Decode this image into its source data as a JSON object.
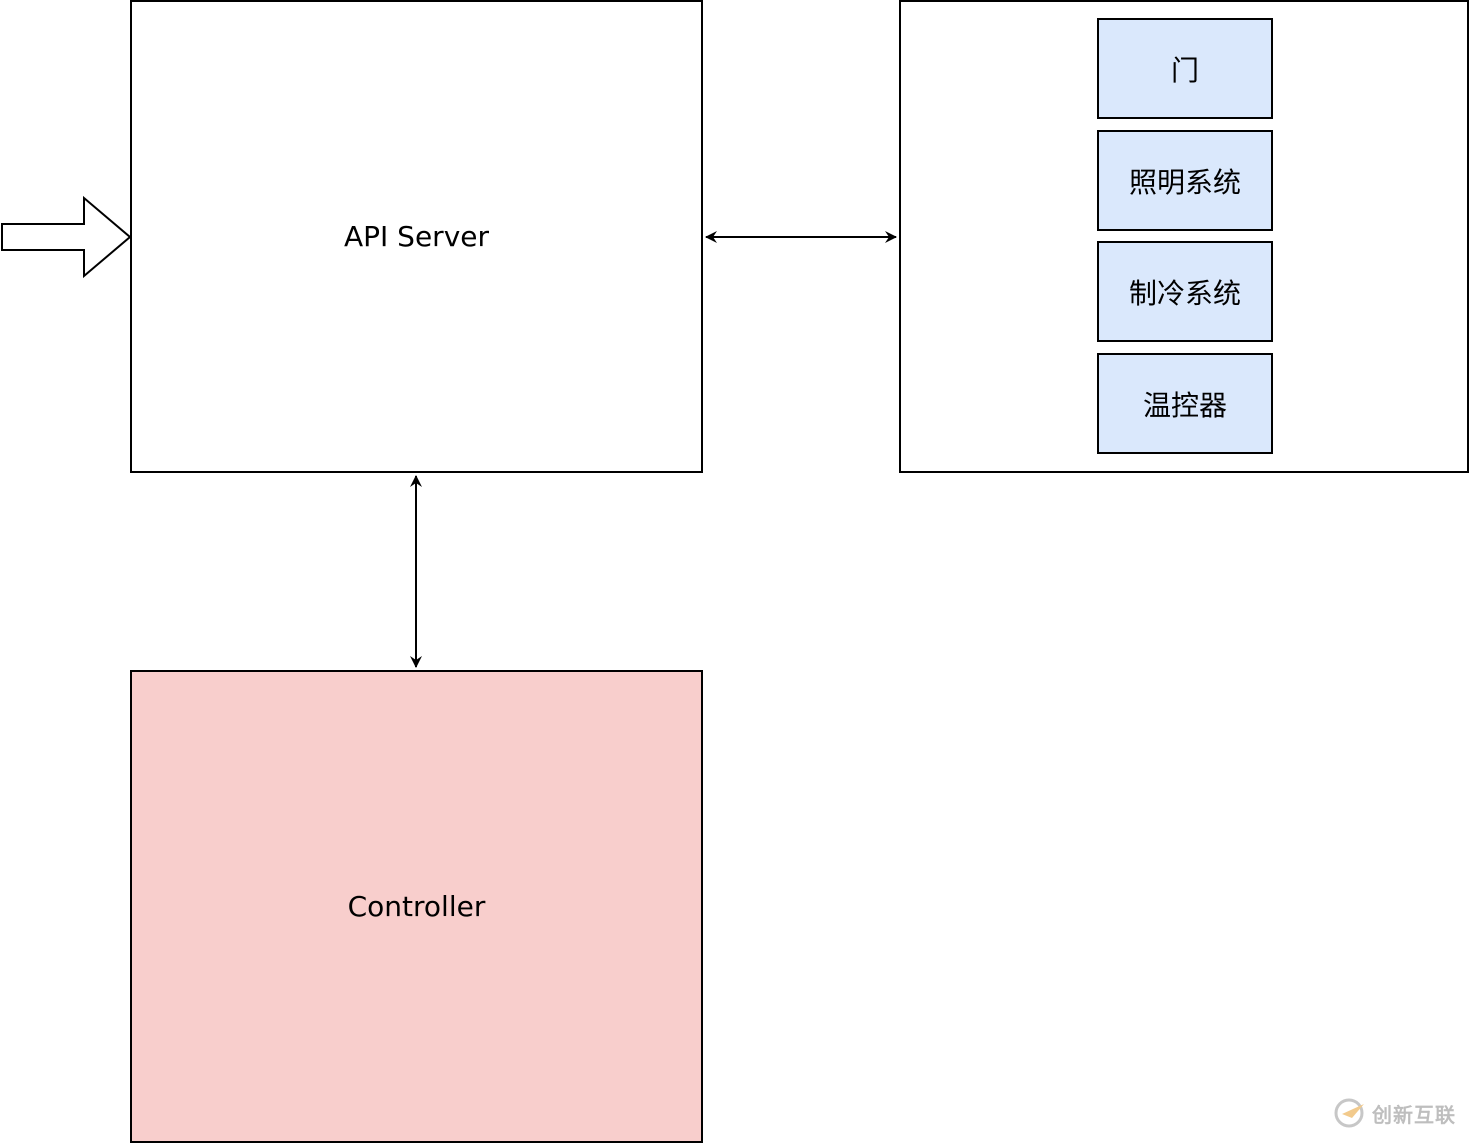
{
  "api_server": {
    "label": "API Server"
  },
  "controller": {
    "label": "Controller"
  },
  "devices": [
    "门",
    "照明系统",
    "制冷系统",
    "温控器"
  ],
  "watermark": {
    "text": "创新互联"
  },
  "colors": {
    "controller_fill": "#f8cecc",
    "device_fill": "#dae8fc",
    "stroke": "#000000"
  }
}
